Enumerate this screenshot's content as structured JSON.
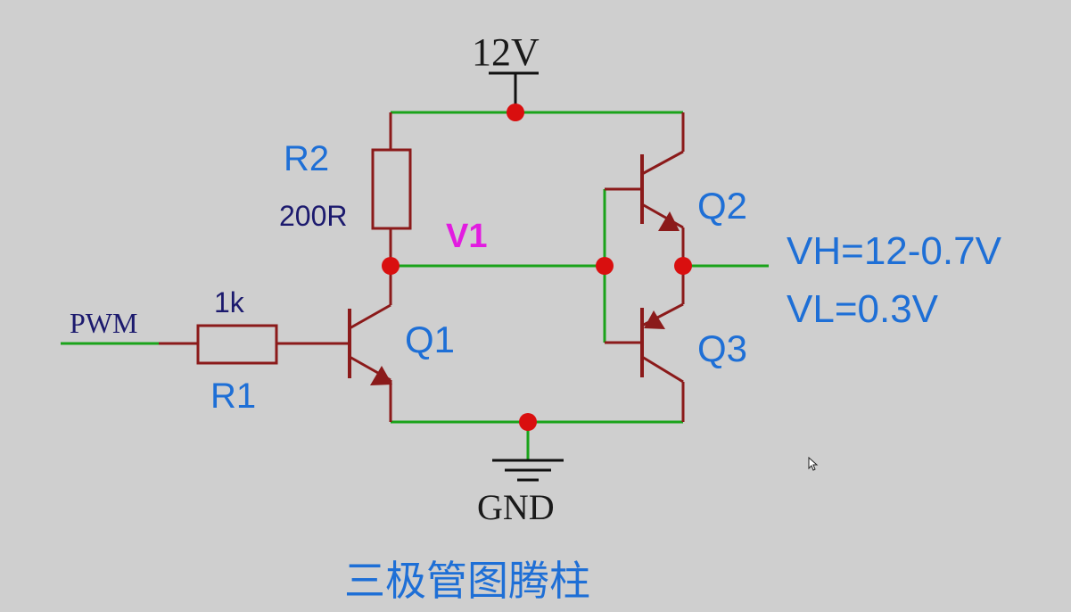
{
  "supply": {
    "label": "12V"
  },
  "ground": {
    "label": "GND"
  },
  "input": {
    "label": "PWM"
  },
  "resistors": {
    "r1": {
      "name": "R1",
      "value": "1k"
    },
    "r2": {
      "name": "R2",
      "value": "200R"
    }
  },
  "transistors": {
    "q1": "Q1",
    "q2": "Q2",
    "q3": "Q3"
  },
  "node_label": "V1",
  "output": {
    "vh": "VH=12-0.7V",
    "vl": "VL=0.3V"
  },
  "caption": "三极管图腾柱",
  "colors": {
    "background": "#cfcfcf",
    "wire": "#1aa31a",
    "component": "#8b1a1a",
    "junction": "#d90f0f",
    "label_blue": "#1e6fd6",
    "label_navy": "#1c1a6e",
    "node_label": "#e21ce0"
  }
}
